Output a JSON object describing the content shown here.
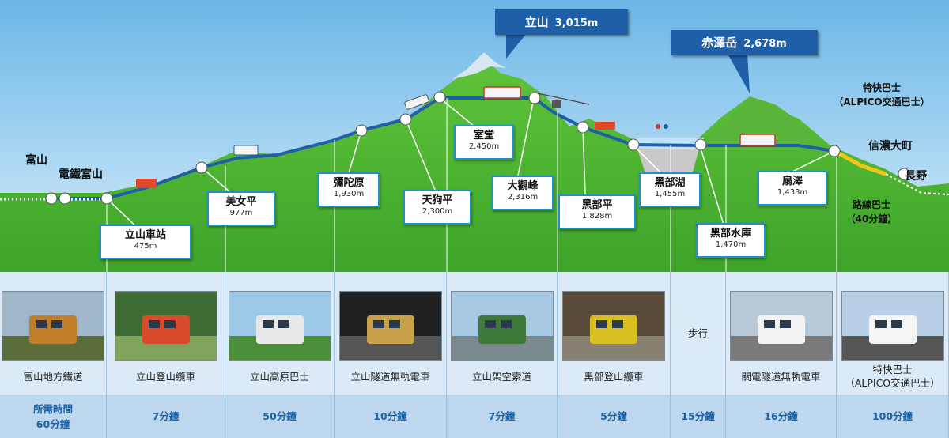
{
  "peaks": [
    {
      "name": "立山",
      "height": "3,015m"
    },
    {
      "name": "赤澤岳",
      "height": "2,678m"
    }
  ],
  "stations": [
    {
      "name": "立山車站",
      "elev": "475m"
    },
    {
      "name": "美女平",
      "elev": "977m"
    },
    {
      "name": "彌陀原",
      "elev": "1,930m"
    },
    {
      "name": "天狗平",
      "elev": "2,300m"
    },
    {
      "name": "室堂",
      "elev": "2,450m"
    },
    {
      "name": "大觀峰",
      "elev": "2,316m"
    },
    {
      "name": "黑部平",
      "elev": "1,828m"
    },
    {
      "name": "黑部湖",
      "elev": "1,455m"
    },
    {
      "name": "黑部水庫",
      "elev": "1,470m"
    },
    {
      "name": "扇澤",
      "elev": "1,433m"
    }
  ],
  "endpoints": {
    "toyama": "富山",
    "dentetsu_toyama": "電鐵富山",
    "shinano_omachi": "信濃大町",
    "nagano": "長野"
  },
  "express_bus_note": {
    "line1": "特快巴士",
    "line2": "（ALPICO交通巴士）"
  },
  "route_bus_note": {
    "line1": "路線巴士",
    "line2": "（40分鐘）"
  },
  "time_header": {
    "line1": "所需時間",
    "line2": "60分鐘"
  },
  "transport_modes": [
    {
      "name": "富山地方鐵道",
      "photo": "train-photo"
    },
    {
      "name": "立山登山纜車",
      "photo": "cable-car-photo",
      "time": "7分鐘"
    },
    {
      "name": "立山高原巴士",
      "photo": "highland-bus-photo",
      "time": "50分鐘"
    },
    {
      "name": "立山隧道無軌電車",
      "photo": "tunnel-trolleybus-photo",
      "time": "10分鐘"
    },
    {
      "name": "立山架空索道",
      "photo": "ropeway-photo",
      "time": "7分鐘"
    },
    {
      "name": "黑部登山纜車",
      "photo": "kurobe-cable-car-photo",
      "time": "5分鐘"
    },
    {
      "name": "步行",
      "time": "15分鐘"
    },
    {
      "name": "關電隧道無軌電車",
      "photo": "kanden-trolleybus-photo",
      "time": "16分鐘"
    },
    {
      "name": "特快巴士\n（ALPICO交通巴士）",
      "photo": "express-bus-photo",
      "time": "100分鐘"
    }
  ],
  "colors": {
    "sky": "#8ec7ea",
    "mountain_green": "#4eb52f",
    "route_blue": "#1f5fa8",
    "label_border": "#1f8fcf",
    "bottom_panel": "#dbeaf6",
    "time_row": "#bcd7ee",
    "time_text": "#1b62a8",
    "bus_route_yellow": "#f2c51b"
  }
}
